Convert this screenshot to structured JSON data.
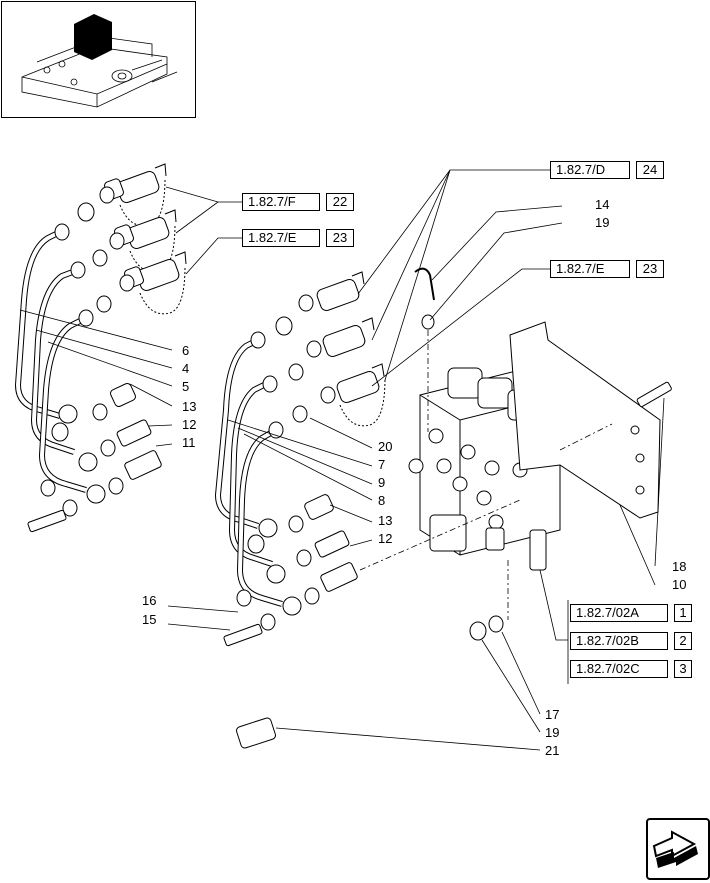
{
  "refs": {
    "r1": {
      "code": "1.82.7/F",
      "num": "22"
    },
    "r2": {
      "code": "1.82.7/E",
      "num": "23"
    },
    "r3": {
      "code": "1.82.7/D",
      "num": "24"
    },
    "r4": {
      "code": "1.82.7/E",
      "num": "23"
    },
    "r5": {
      "code": "1.82.7/02A",
      "num": "1"
    },
    "r6": {
      "code": "1.82.7/02B",
      "num": "2"
    },
    "r7": {
      "code": "1.82.7/02C",
      "num": "3"
    }
  },
  "callouts": {
    "c6": "6",
    "c4": "4",
    "c5": "5",
    "c13a": "13",
    "c12a": "12",
    "c11": "11",
    "c20": "20",
    "c7": "7",
    "c9": "9",
    "c8": "8",
    "c13b": "13",
    "c12b": "12",
    "c16": "16",
    "c15": "15",
    "c14": "14",
    "c19a": "19",
    "c18": "18",
    "c10": "10",
    "c17": "17",
    "c19b": "19",
    "c21": "21"
  },
  "icons": {
    "thumbnail": "tractor-rear-housing-icon",
    "nav": "next-page-arrow-icon"
  }
}
